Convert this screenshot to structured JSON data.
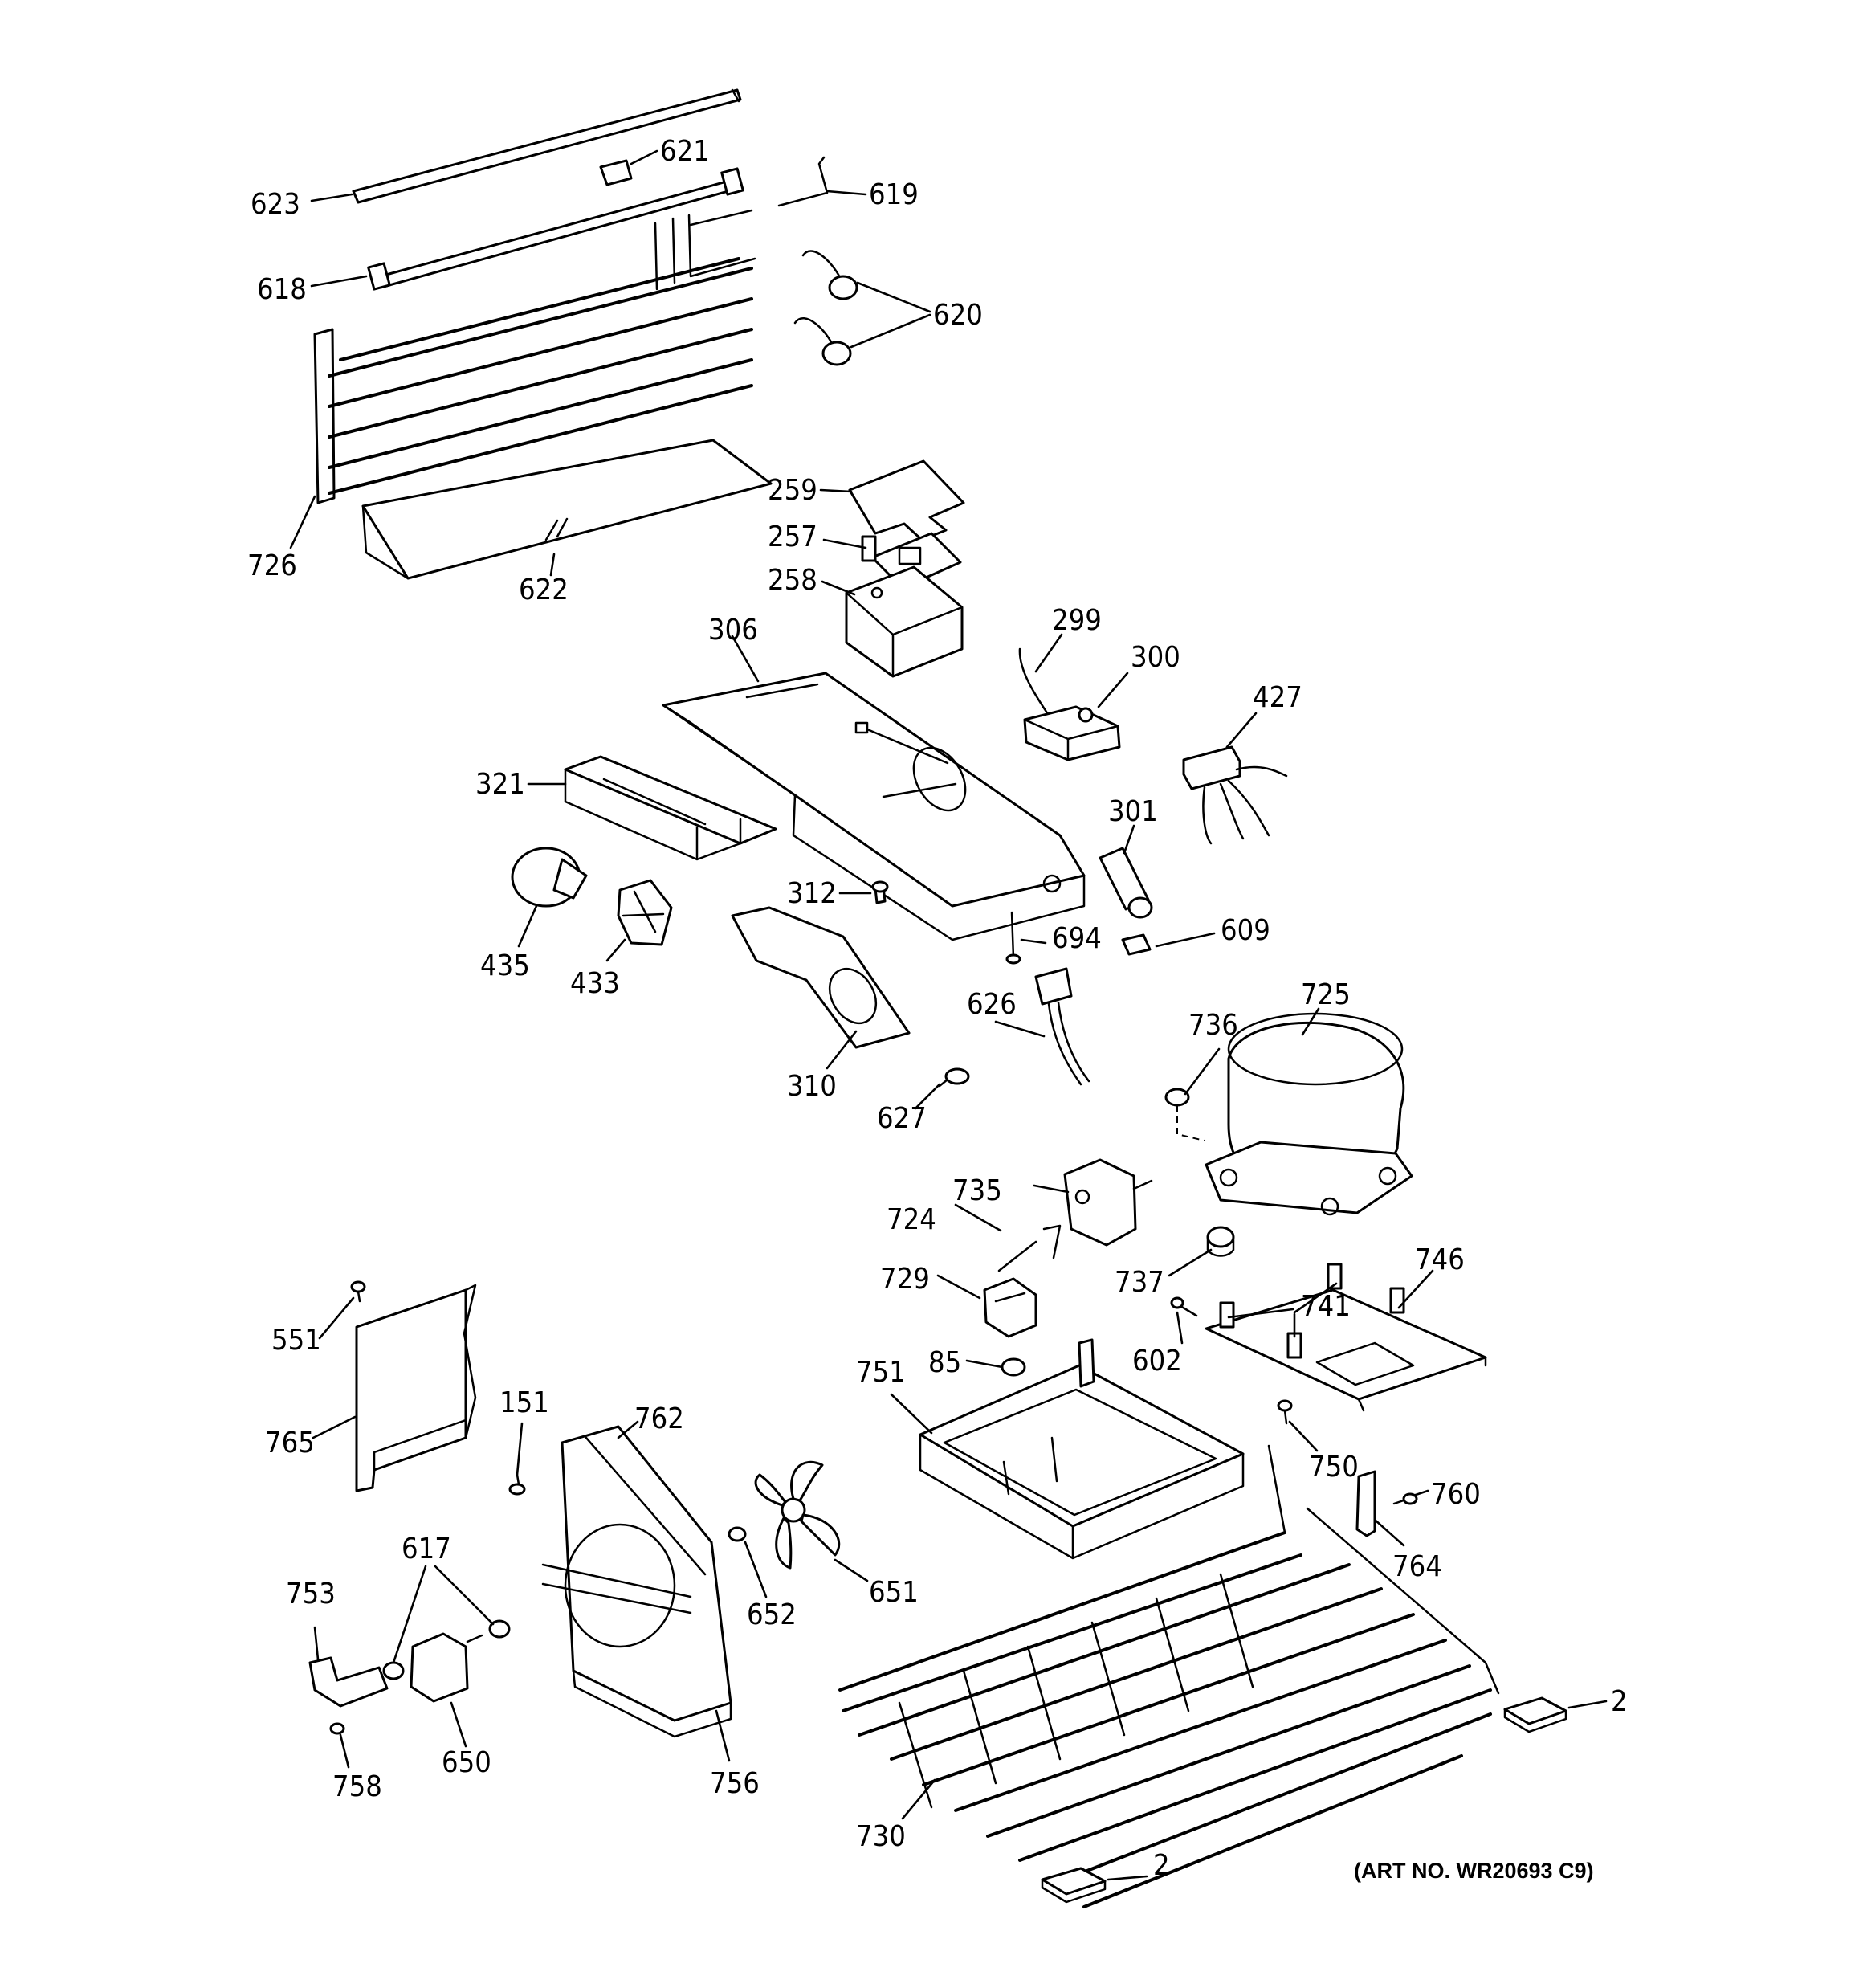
{
  "callouts": {
    "c623": "623",
    "c621": "621",
    "c619": "619",
    "c618": "618",
    "c620": "620",
    "c726": "726",
    "c622": "622",
    "c259": "259",
    "c257": "257",
    "c258": "258",
    "c306": "306",
    "c299": "299",
    "c300": "300",
    "c427": "427",
    "c321": "321",
    "c301": "301",
    "c312": "312",
    "c435": "435",
    "c433": "433",
    "c694": "694",
    "c609": "609",
    "c626": "626",
    "c725": "725",
    "c736": "736",
    "c310": "310",
    "c627": "627",
    "c735": "735",
    "c724": "724",
    "c746": "746",
    "c729": "729",
    "c737": "737",
    "c741": "741",
    "c551": "551",
    "c602": "602",
    "c85": "85",
    "c751": "751",
    "c151": "151",
    "c762": "762",
    "c765": "765",
    "c750": "750",
    "c760": "760",
    "c617": "617",
    "c764": "764",
    "c753": "753",
    "c652": "652",
    "c651": "651",
    "c650": "650",
    "c758": "758",
    "c756": "756",
    "c2a": "2",
    "c730": "730",
    "c2b": "2"
  },
  "art_number": "(ART NO. WR20693 C9)"
}
